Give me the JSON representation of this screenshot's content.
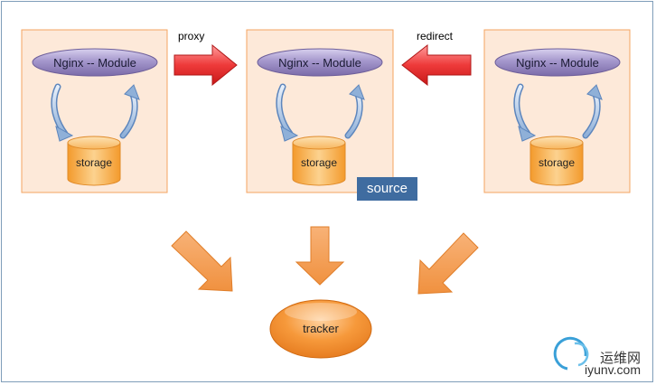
{
  "diagram": {
    "nodes": {
      "left": {
        "module_label": "Nginx -- Module",
        "storage_label": "storage"
      },
      "center": {
        "module_label": "Nginx -- Module",
        "storage_label": "storage",
        "badge": "source"
      },
      "right": {
        "module_label": "Nginx -- Module",
        "storage_label": "storage"
      },
      "tracker": {
        "label": "tracker"
      }
    },
    "edges": {
      "proxy_label": "proxy",
      "redirect_label": "redirect"
    },
    "colors": {
      "box_fill": "#fde9d9",
      "box_border": "#f4a460",
      "pill": "#8f7fb8",
      "storage": "#f5a94a",
      "red_arrow": "#e83030",
      "orange_arrow": "#f5a055",
      "tracker": "#f28a2e",
      "badge": "#3f6ca0"
    }
  },
  "watermark": {
    "chinese": "运维网",
    "site": "iyunv.com"
  }
}
